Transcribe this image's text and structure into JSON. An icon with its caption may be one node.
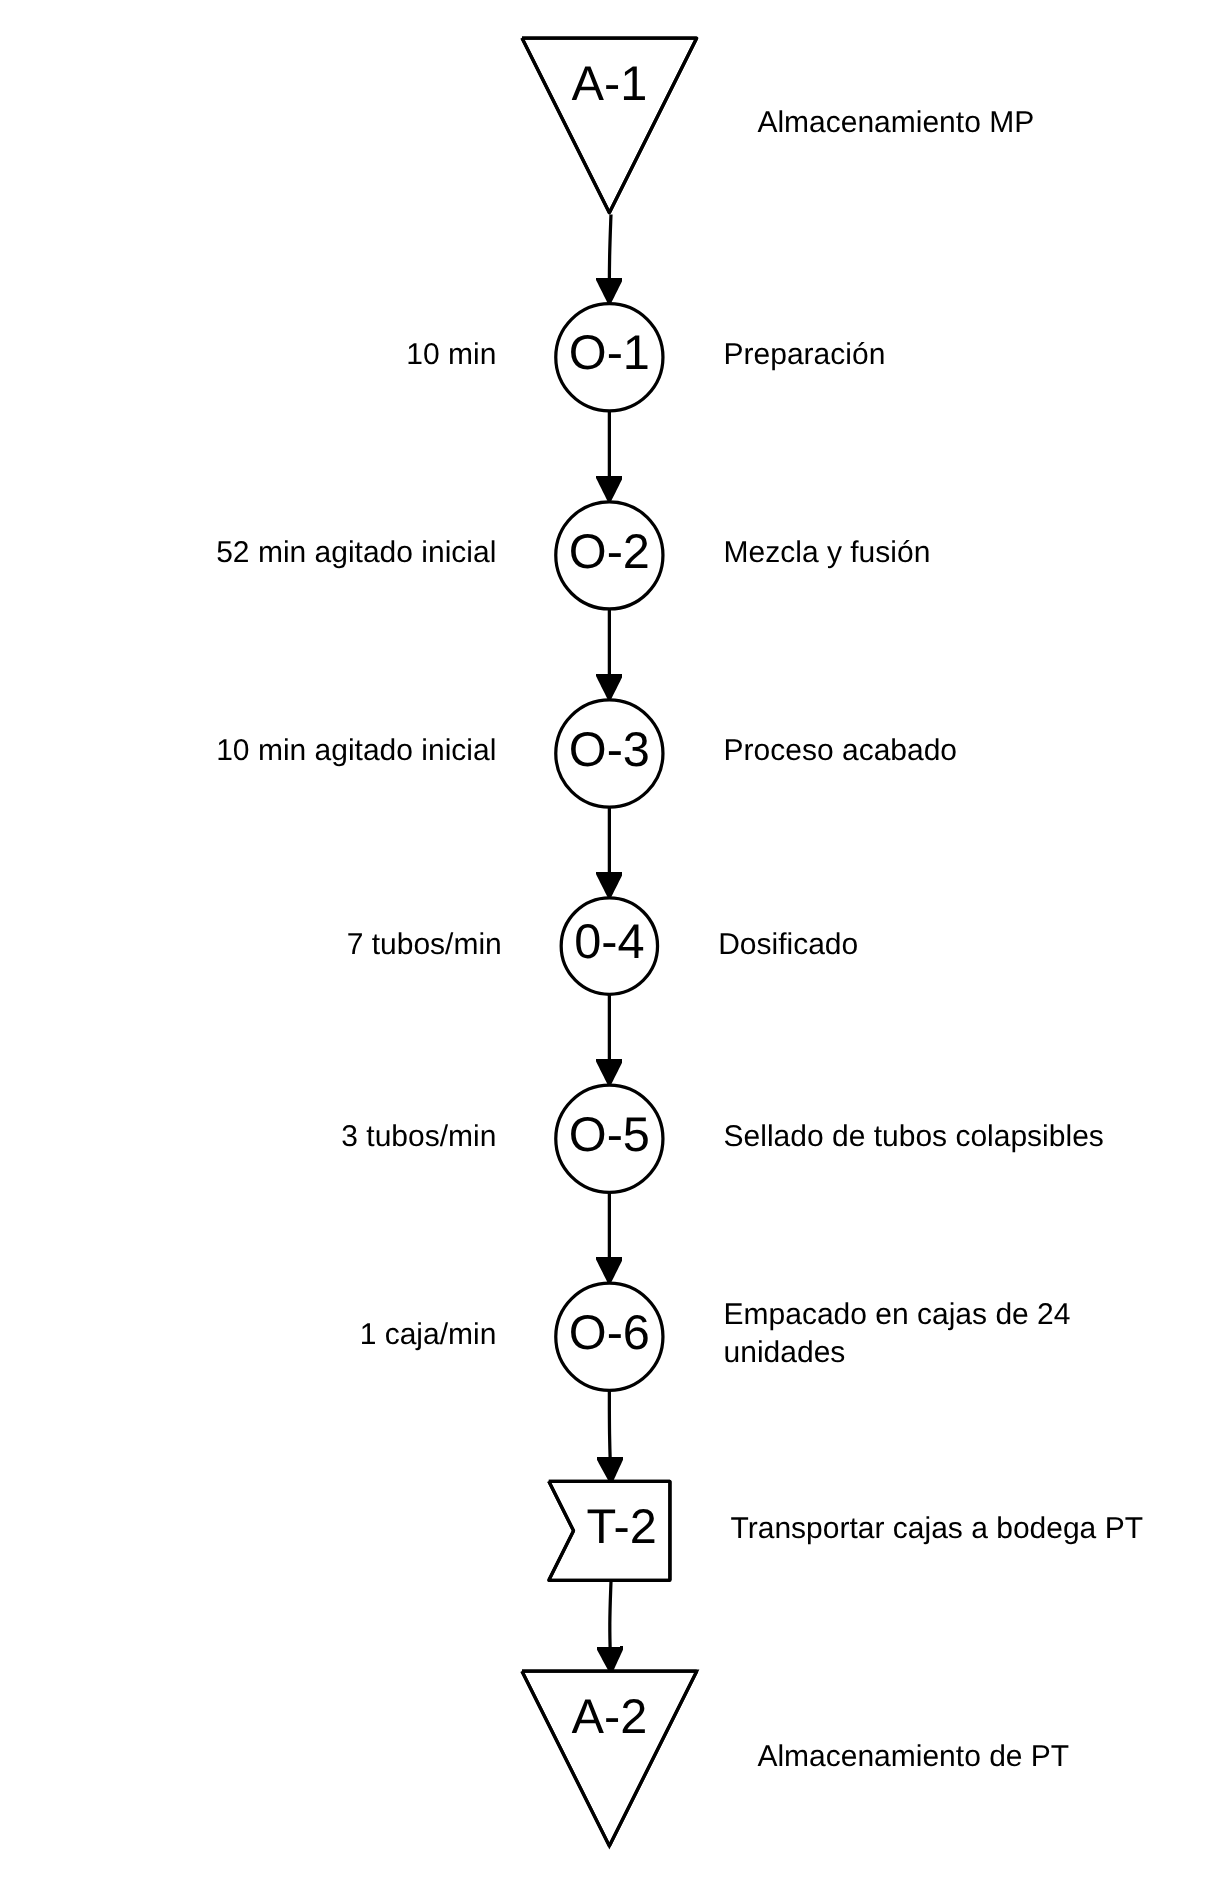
{
  "diagram": {
    "nodes": [
      {
        "text": [
          "A-1"
        ],
        "beside": [
          "Almacenamiento MP"
        ]
      },
      {
        "text": [
          "O-1"
        ],
        "beside": [
          "10 min",
          "Preparación"
        ]
      },
      {
        "text": [
          "O-2"
        ],
        "beside": [
          "52 min agitado inicial",
          "Mezcla y fusión"
        ]
      },
      {
        "text": [
          "O-3"
        ],
        "beside": [
          "10 min agitado inicial",
          "Proceso acabado"
        ]
      },
      {
        "text": [
          "0-4"
        ],
        "beside": [
          "7 tubos/min",
          "Dosificado"
        ]
      },
      {
        "text": [
          "O-5"
        ],
        "beside": [
          "3 tubos/min",
          "Sellado de tubos colapsibles"
        ]
      },
      {
        "text": [
          "O-6"
        ],
        "beside": [
          "1 caja/min",
          "Empacado en cajas de 24 unidades"
        ]
      },
      {
        "text": [
          "T-2"
        ],
        "beside": [
          "Transportar cajas a bodega PT"
        ]
      },
      {
        "text": [
          "A-2"
        ],
        "beside": [
          "Almacenamiento de PT"
        ]
      }
    ],
    "edges": [
      {
        "from": 0,
        "to": 1,
        "arrow": "to"
      },
      {
        "from": 1,
        "to": 2,
        "arrow": "to"
      },
      {
        "from": 2,
        "to": 3,
        "arrow": "to"
      },
      {
        "from": 3,
        "to": 4,
        "arrow": "to"
      },
      {
        "from": 4,
        "to": 5,
        "arrow": "to"
      },
      {
        "from": 5,
        "to": 6,
        "arrow": "to"
      },
      {
        "from": 6,
        "to": 7,
        "arrow": "to"
      },
      {
        "from": 7,
        "to": 8,
        "arrow": "to"
      }
    ]
  }
}
